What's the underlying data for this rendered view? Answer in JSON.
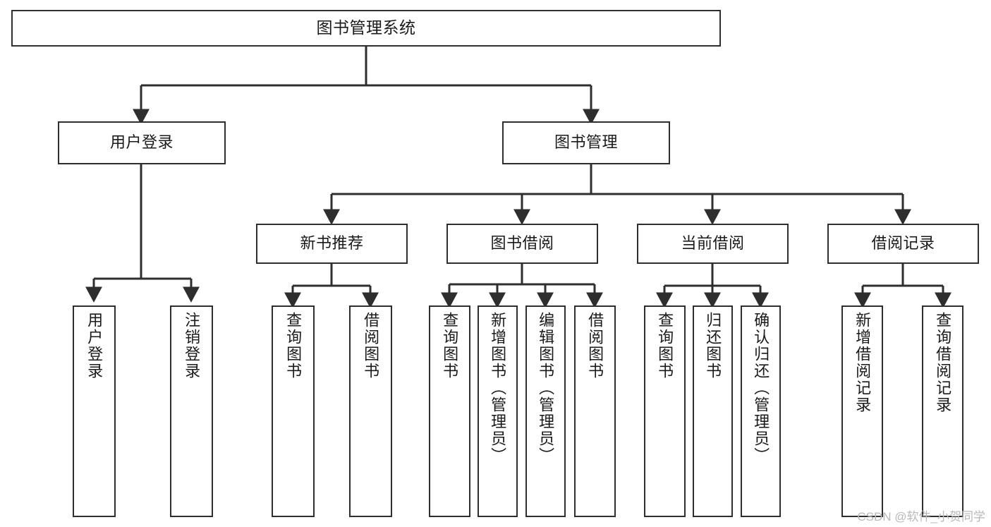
{
  "diagram": {
    "title": "图书管理系统",
    "type": "tree",
    "background_color": "#ffffff",
    "line_color": "#2e2e2e",
    "box_fill": "#ffffff",
    "watermark": "CSDN @软件_小贺同学"
  },
  "nodes": {
    "root": {
      "label": "图书管理系统"
    },
    "level2": [
      {
        "id": "user-login",
        "label": "用户登录"
      },
      {
        "id": "book-manage",
        "label": "图书管理"
      }
    ],
    "level3": [
      {
        "id": "new-book-recommend",
        "label": "新书推荐"
      },
      {
        "id": "book-borrow",
        "label": "图书借阅"
      },
      {
        "id": "current-borrow",
        "label": "当前借阅"
      },
      {
        "id": "borrow-record",
        "label": "借阅记录"
      }
    ],
    "leaves": {
      "user_login": [
        {
          "id": "leaf-user-login",
          "label": "用户登录"
        },
        {
          "id": "leaf-logout-login",
          "label": "注销登录"
        }
      ],
      "new_book_recommend": [
        {
          "id": "leaf-query-book-1",
          "label": "查询图书"
        },
        {
          "id": "leaf-borrow-book-1",
          "label": "借阅图书"
        }
      ],
      "book_borrow": [
        {
          "id": "leaf-query-book-2",
          "label": "查询图书"
        },
        {
          "id": "leaf-add-book",
          "label": "新增图书（管理员）"
        },
        {
          "id": "leaf-edit-book",
          "label": "编辑图书（管理员）"
        },
        {
          "id": "leaf-borrow-book-2",
          "label": "借阅图书"
        }
      ],
      "current_borrow": [
        {
          "id": "leaf-query-book-3",
          "label": "查询图书"
        },
        {
          "id": "leaf-return-book",
          "label": "归还图书"
        },
        {
          "id": "leaf-confirm-return",
          "label": "确认归还（管理员）"
        }
      ],
      "borrow_record": [
        {
          "id": "leaf-add-record",
          "label": "新增借阅记录"
        },
        {
          "id": "leaf-query-record",
          "label": "查询借阅记录"
        }
      ]
    }
  }
}
